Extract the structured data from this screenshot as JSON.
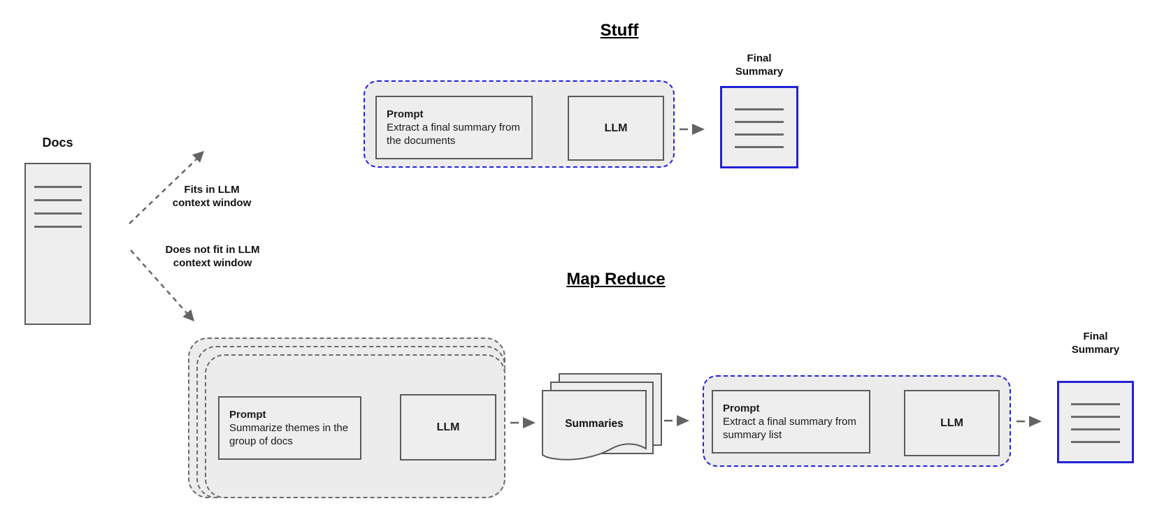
{
  "colors": {
    "accent_blue": "#2222d8",
    "container_fill": "#ececec",
    "box_fill": "#eeeeee",
    "border_gray": "#5b5b5b",
    "dash_gray": "#6a6a6a",
    "line_gray": "#6b6b6b",
    "arrow_gray": "#636363"
  },
  "docs": {
    "label": "Docs"
  },
  "branches": {
    "fits": "Fits in LLM\ncontext window",
    "not_fits": "Does not fit in LLM\ncontext window"
  },
  "stuff": {
    "title": "Stuff",
    "prompt": {
      "title": "Prompt",
      "text": "Extract a final summary from the documents"
    },
    "llm": "LLM",
    "final_summary_label": "Final\nSummary"
  },
  "map_reduce": {
    "title": "Map Reduce",
    "map_prompt": {
      "title": "Prompt",
      "text": "Summarize themes in the group of docs"
    },
    "map_llm": "LLM",
    "summaries_label": "Summaries",
    "reduce_prompt": {
      "title": "Prompt",
      "text": "Extract a final summary from summary list"
    },
    "reduce_llm": "LLM",
    "final_summary_label": "Final\nSummary"
  }
}
